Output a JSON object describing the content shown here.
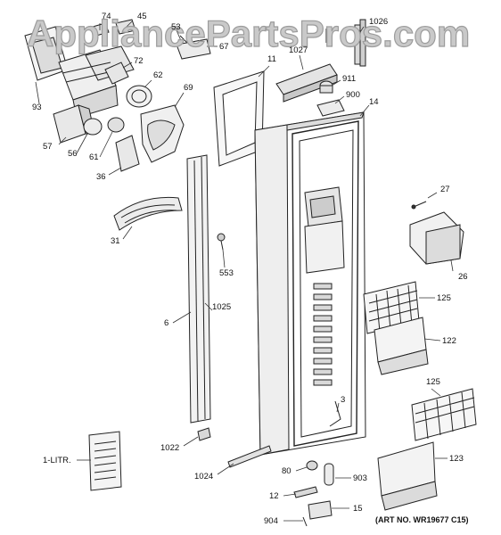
{
  "watermark": "AppliancePartsPros.com",
  "art_number": "(ART NO. WR19677 C15)",
  "labels": {
    "p74": "74",
    "p45": "45",
    "p53": "53",
    "p67": "67",
    "p72": "72",
    "p62": "62",
    "p69": "69",
    "p93": "93",
    "p57": "57",
    "p56": "56",
    "p61": "61",
    "p36": "36",
    "p11": "11",
    "p1027": "1027",
    "p1026": "1026",
    "p911": "911",
    "p900": "900",
    "p14": "14",
    "p27": "27",
    "p31": "31",
    "p553": "553",
    "p26": "26",
    "p125a": "125",
    "p6": "6",
    "p1025": "1025",
    "p122": "122",
    "p3": "3",
    "p125b": "125",
    "p1022": "1022",
    "p1litr": "1-LITR.",
    "p1024": "1024",
    "p80": "80",
    "p903": "903",
    "p123": "123",
    "p12": "12",
    "p15": "15",
    "p904": "904"
  }
}
